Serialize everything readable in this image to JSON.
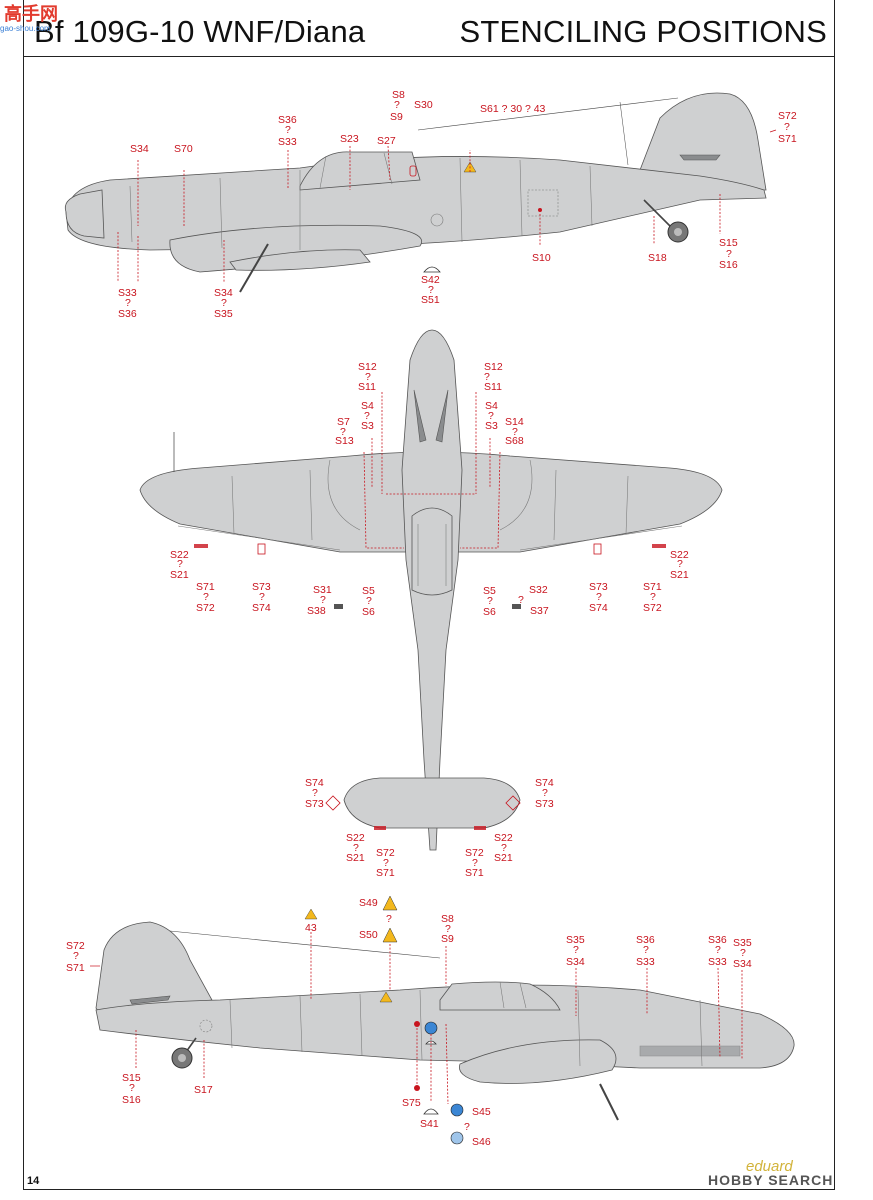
{
  "header": {
    "title_left": "Bf 109G-10 WNF/Diana",
    "title_right": "STENCILING POSITIONS"
  },
  "watermark": {
    "text": "高手网",
    "url": "gao-shou.com"
  },
  "footer": {
    "page_number": "14",
    "brand_eduard": "eduard",
    "brand_hs": "HOBBY SEARCH"
  },
  "colors": {
    "label": "#c8141e",
    "airframe": "#cfd0d1",
    "warning": "#f3b81d",
    "blue_marker": "#3b86d4"
  },
  "view_left": {
    "labels": [
      {
        "id": "s8",
        "t": "S8"
      },
      {
        "id": "q1",
        "t": "?"
      },
      {
        "id": "s9",
        "t": "S9"
      },
      {
        "id": "s30",
        "t": "S30"
      },
      {
        "id": "s61",
        "t": "S61 ? 30 ? 43"
      },
      {
        "id": "s36a",
        "t": "S36"
      },
      {
        "id": "q2",
        "t": "?"
      },
      {
        "id": "s33a",
        "t": "S33"
      },
      {
        "id": "s34a",
        "t": "S34"
      },
      {
        "id": "s70",
        "t": "S70"
      },
      {
        "id": "s23",
        "t": "S23"
      },
      {
        "id": "s27",
        "t": "S27"
      },
      {
        "id": "s72a",
        "t": "S72"
      },
      {
        "id": "q3",
        "t": "?"
      },
      {
        "id": "s71a",
        "t": "S71"
      },
      {
        "id": "s15a",
        "t": "S15"
      },
      {
        "id": "q4",
        "t": "?"
      },
      {
        "id": "s16a",
        "t": "S16"
      },
      {
        "id": "s18",
        "t": "S18"
      },
      {
        "id": "s10",
        "t": "S10"
      },
      {
        "id": "s42",
        "t": "S42"
      },
      {
        "id": "q5",
        "t": "?"
      },
      {
        "id": "s51",
        "t": "S51"
      },
      {
        "id": "s34b",
        "t": "S34"
      },
      {
        "id": "q6",
        "t": "?"
      },
      {
        "id": "s35a",
        "t": "S35"
      },
      {
        "id": "s33b",
        "t": "S33"
      },
      {
        "id": "q7",
        "t": "?"
      },
      {
        "id": "s36b",
        "t": "S36"
      }
    ]
  },
  "view_top": {
    "labels": [
      {
        "id": "s12l",
        "t": "S12"
      },
      {
        "id": "q8",
        "t": "?"
      },
      {
        "id": "s11l",
        "t": "S11"
      },
      {
        "id": "s12r",
        "t": "S12"
      },
      {
        "id": "q9",
        "t": "?"
      },
      {
        "id": "s11r",
        "t": "S11"
      },
      {
        "id": "s4l",
        "t": "S4"
      },
      {
        "id": "q10",
        "t": "?"
      },
      {
        "id": "s3l",
        "t": "S3"
      },
      {
        "id": "s7",
        "t": "S7"
      },
      {
        "id": "q11",
        "t": "?"
      },
      {
        "id": "s13",
        "t": "S13"
      },
      {
        "id": "s4r",
        "t": "S4"
      },
      {
        "id": "q12",
        "t": "?"
      },
      {
        "id": "s3r",
        "t": "S3"
      },
      {
        "id": "s14",
        "t": "S14"
      },
      {
        "id": "q13",
        "t": "?"
      },
      {
        "id": "s68",
        "t": "S68"
      },
      {
        "id": "s22l",
        "t": "S22"
      },
      {
        "id": "q14",
        "t": "?"
      },
      {
        "id": "s21l",
        "t": "S21"
      },
      {
        "id": "s22r",
        "t": "S22"
      },
      {
        "id": "q15",
        "t": "?"
      },
      {
        "id": "s21r",
        "t": "S21"
      },
      {
        "id": "s71l",
        "t": "S71"
      },
      {
        "id": "q16",
        "t": "?"
      },
      {
        "id": "s72l",
        "t": "S72"
      },
      {
        "id": "s73l",
        "t": "S73"
      },
      {
        "id": "q17",
        "t": "?"
      },
      {
        "id": "s74l",
        "t": "S74"
      },
      {
        "id": "s31",
        "t": "S31"
      },
      {
        "id": "q18",
        "t": "?"
      },
      {
        "id": "s38",
        "t": "S38"
      },
      {
        "id": "s5l",
        "t": "S5"
      },
      {
        "id": "q19",
        "t": "?"
      },
      {
        "id": "s6l",
        "t": "S6"
      },
      {
        "id": "s5r",
        "t": "S5"
      },
      {
        "id": "q20",
        "t": "?"
      },
      {
        "id": "s6r",
        "t": "S6"
      },
      {
        "id": "s32",
        "t": "S32"
      },
      {
        "id": "q21",
        "t": "?"
      },
      {
        "id": "s37",
        "t": "S37"
      },
      {
        "id": "s73r",
        "t": "S73"
      },
      {
        "id": "q22",
        "t": "?"
      },
      {
        "id": "s74r",
        "t": "S74"
      },
      {
        "id": "s71r",
        "t": "S71"
      },
      {
        "id": "q23",
        "t": "?"
      },
      {
        "id": "s72r",
        "t": "S72"
      },
      {
        "id": "s74tl",
        "t": "S74"
      },
      {
        "id": "q24",
        "t": "?"
      },
      {
        "id": "s73tl",
        "t": "S73"
      },
      {
        "id": "s74tr",
        "t": "S74"
      },
      {
        "id": "q25",
        "t": "?"
      },
      {
        "id": "s73tr",
        "t": "S73"
      },
      {
        "id": "s22tl",
        "t": "S22"
      },
      {
        "id": "q26",
        "t": "?"
      },
      {
        "id": "s21tl",
        "t": "S21"
      },
      {
        "id": "s72tl",
        "t": "S72"
      },
      {
        "id": "q27",
        "t": "?"
      },
      {
        "id": "s71tl",
        "t": "S71"
      },
      {
        "id": "s72tr",
        "t": "S72"
      },
      {
        "id": "q28",
        "t": "?"
      },
      {
        "id": "s71tr",
        "t": "S71"
      },
      {
        "id": "s22tr",
        "t": "S22"
      },
      {
        "id": "q29",
        "t": "?"
      },
      {
        "id": "s21tr",
        "t": "S21"
      }
    ]
  },
  "view_right": {
    "labels": [
      {
        "id": "s72c",
        "t": "S72"
      },
      {
        "id": "q30",
        "t": "?"
      },
      {
        "id": "s71c",
        "t": "S71"
      },
      {
        "id": "n43",
        "t": "43"
      },
      {
        "id": "s49",
        "t": "S49"
      },
      {
        "id": "q31",
        "t": "?"
      },
      {
        "id": "s50",
        "t": "S50"
      },
      {
        "id": "s8b",
        "t": "S8"
      },
      {
        "id": "q32",
        "t": "?"
      },
      {
        "id": "s9b",
        "t": "S9"
      },
      {
        "id": "s35c",
        "t": "S35"
      },
      {
        "id": "q33",
        "t": "?"
      },
      {
        "id": "s34c",
        "t": "S34"
      },
      {
        "id": "s36c",
        "t": "S36"
      },
      {
        "id": "q34",
        "t": "?"
      },
      {
        "id": "s33c",
        "t": "S33"
      },
      {
        "id": "s36d",
        "t": "S36"
      },
      {
        "id": "q35",
        "t": "?"
      },
      {
        "id": "s33d",
        "t": "S33"
      },
      {
        "id": "s35d",
        "t": "S35"
      },
      {
        "id": "q36",
        "t": "?"
      },
      {
        "id": "s34d",
        "t": "S34"
      },
      {
        "id": "s15b",
        "t": "S15"
      },
      {
        "id": "q37",
        "t": "?"
      },
      {
        "id": "s16b",
        "t": "S16"
      },
      {
        "id": "s17",
        "t": "S17"
      },
      {
        "id": "s75",
        "t": "S75"
      },
      {
        "id": "s41",
        "t": "S41"
      },
      {
        "id": "s45",
        "t": "S45"
      },
      {
        "id": "q38",
        "t": "?"
      },
      {
        "id": "s46",
        "t": "S46"
      }
    ]
  }
}
